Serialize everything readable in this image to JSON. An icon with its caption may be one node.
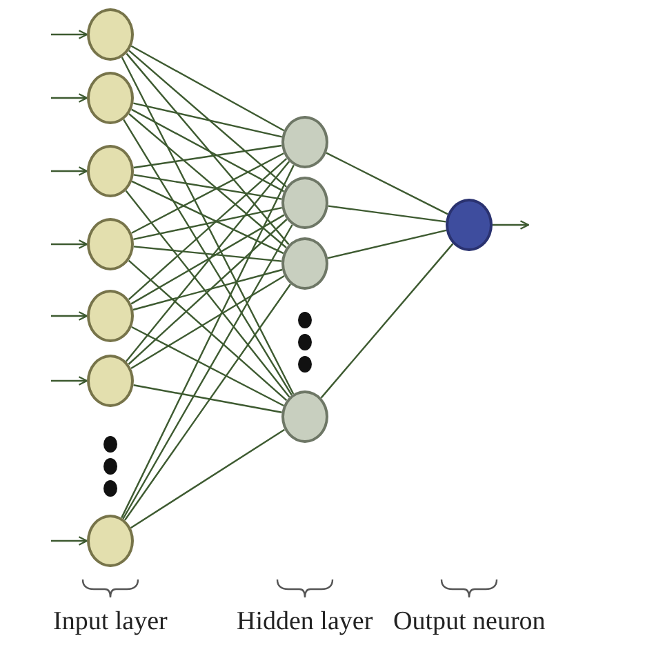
{
  "diagram": {
    "nodes": [
      {
        "text": [],
        "shape": "circle"
      },
      {
        "text": [],
        "shape": "circle"
      },
      {
        "text": [],
        "shape": "circle"
      },
      {
        "text": [],
        "shape": "circle"
      },
      {
        "text": [],
        "shape": "circle"
      },
      {
        "text": [],
        "shape": "circle"
      },
      {
        "text": [],
        "shape": "circle"
      },
      {
        "text": [],
        "shape": "circle"
      },
      {
        "text": [],
        "shape": "circle"
      },
      {
        "text": [],
        "shape": "circle"
      },
      {
        "text": [],
        "shape": "circle"
      },
      {
        "text": [],
        "shape": "circle"
      }
    ],
    "edges": [
      {
        "from": null,
        "to": 0,
        "arrow": "to"
      },
      {
        "from": null,
        "to": 1,
        "arrow": "to"
      },
      {
        "from": null,
        "to": 2,
        "arrow": "to"
      },
      {
        "from": null,
        "to": 3,
        "arrow": "to"
      },
      {
        "from": null,
        "to": 4,
        "arrow": "to"
      },
      {
        "from": null,
        "to": 5,
        "arrow": "to"
      },
      {
        "from": null,
        "to": 6,
        "arrow": "to"
      },
      {
        "from": 0,
        "to": 7,
        "arrow": "none"
      },
      {
        "from": 0,
        "to": 8,
        "arrow": "none"
      },
      {
        "from": 0,
        "to": 9,
        "arrow": "none"
      },
      {
        "from": 0,
        "to": 10,
        "arrow": "none"
      },
      {
        "from": 1,
        "to": 7,
        "arrow": "none"
      },
      {
        "from": 1,
        "to": 8,
        "arrow": "none"
      },
      {
        "from": 1,
        "to": 9,
        "arrow": "none"
      },
      {
        "from": 1,
        "to": 10,
        "arrow": "none"
      },
      {
        "from": 2,
        "to": 7,
        "arrow": "none"
      },
      {
        "from": 2,
        "to": 8,
        "arrow": "none"
      },
      {
        "from": 2,
        "to": 9,
        "arrow": "none"
      },
      {
        "from": 2,
        "to": 10,
        "arrow": "none"
      },
      {
        "from": 3,
        "to": 7,
        "arrow": "none"
      },
      {
        "from": 3,
        "to": 8,
        "arrow": "none"
      },
      {
        "from": 3,
        "to": 9,
        "arrow": "none"
      },
      {
        "from": 3,
        "to": 10,
        "arrow": "none"
      },
      {
        "from": 4,
        "to": 7,
        "arrow": "none"
      },
      {
        "from": 4,
        "to": 8,
        "arrow": "none"
      },
      {
        "from": 4,
        "to": 9,
        "arrow": "none"
      },
      {
        "from": 4,
        "to": 10,
        "arrow": "none"
      },
      {
        "from": 5,
        "to": 7,
        "arrow": "none"
      },
      {
        "from": 5,
        "to": 8,
        "arrow": "none"
      },
      {
        "from": 5,
        "to": 9,
        "arrow": "none"
      },
      {
        "from": 5,
        "to": 10,
        "arrow": "none"
      },
      {
        "from": 6,
        "to": 7,
        "arrow": "none"
      },
      {
        "from": 6,
        "to": 8,
        "arrow": "none"
      },
      {
        "from": 6,
        "to": 9,
        "arrow": "none"
      },
      {
        "from": 6,
        "to": 10,
        "arrow": "none"
      },
      {
        "from": 7,
        "to": 11,
        "arrow": "none"
      },
      {
        "from": 8,
        "to": 11,
        "arrow": "none"
      },
      {
        "from": 9,
        "to": 11,
        "arrow": "none"
      },
      {
        "from": 10,
        "to": 11,
        "arrow": "none"
      },
      {
        "from": 11,
        "to": null,
        "arrow": "to"
      }
    ],
    "labels": [
      "Input layer",
      "Hidden layer",
      "Output neuron"
    ]
  }
}
